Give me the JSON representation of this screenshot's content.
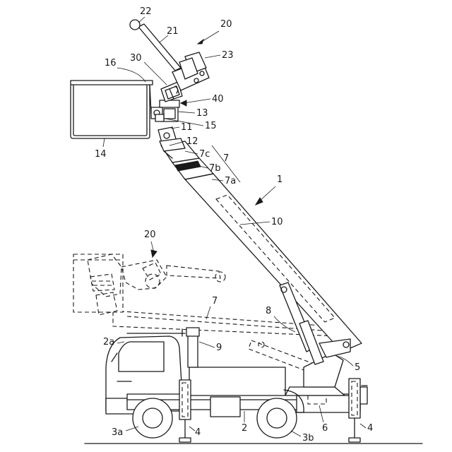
{
  "labels": {
    "l22": "22",
    "l21": "21",
    "l20_top": "20",
    "l23": "23",
    "l30": "30",
    "l16": "16",
    "l40": "40",
    "l13": "13",
    "l15": "15",
    "l11": "11",
    "l12": "12",
    "l14": "14",
    "l7c": "7c",
    "l7_top": "7",
    "l7b": "7b",
    "l7a": "7a",
    "l1": "1",
    "l10": "10",
    "l20_mid": "20",
    "l7_mid": "7",
    "l8": "8",
    "l2a": "2a",
    "l9": "9",
    "l5": "5",
    "l3a": "3a",
    "l4_left": "4",
    "l2": "2",
    "l3b": "3b",
    "l6": "6",
    "l4_right": "4"
  }
}
